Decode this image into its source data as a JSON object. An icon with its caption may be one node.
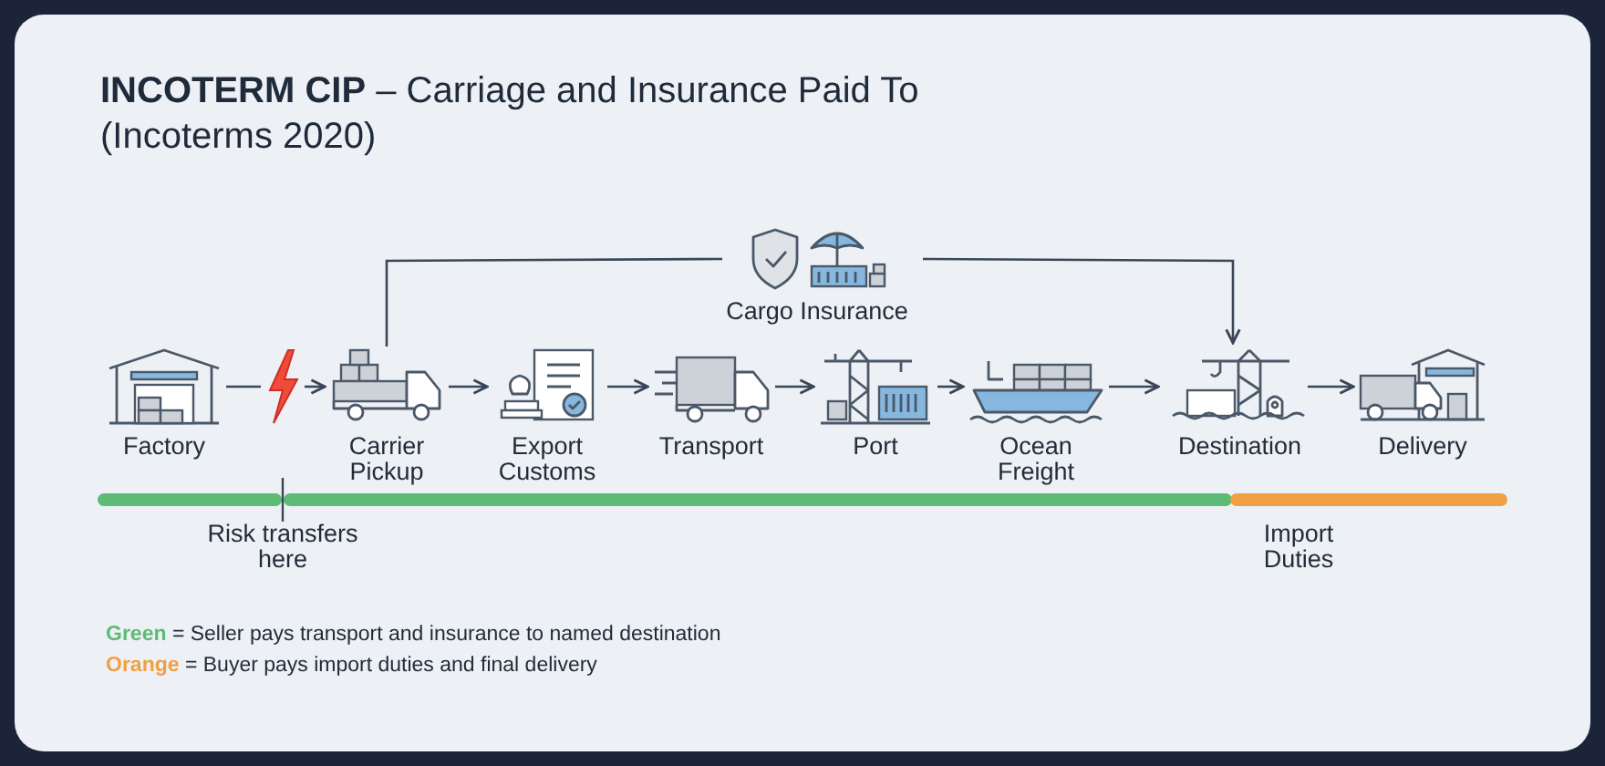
{
  "diagram": {
    "title": "**INCOTERM CIP** – Carriage and Insurance Paid To (Incoterms 2020)",
    "nodes": [
      {
        "text": [
          "Factory"
        ]
      },
      {
        "text": [],
        "shape": "bolt"
      },
      {
        "text": [
          "Carrier Pickup"
        ]
      },
      {
        "text": [
          "Export Customs"
        ]
      },
      {
        "text": [
          "Transport"
        ]
      },
      {
        "text": [
          "Port"
        ]
      },
      {
        "text": [
          "Ocean Freight"
        ]
      },
      {
        "text": [
          "Destination"
        ]
      },
      {
        "text": [
          "Delivery"
        ]
      },
      {
        "text": [
          "Cargo Insurance"
        ]
      }
    ],
    "edges": [
      {
        "from": 0,
        "to": 1,
        "arrow": "none"
      },
      {
        "from": 1,
        "to": 2,
        "arrow": "to"
      },
      {
        "from": 2,
        "to": 3,
        "arrow": "to"
      },
      {
        "from": 3,
        "to": 4,
        "arrow": "to"
      },
      {
        "from": 4,
        "to": 5,
        "arrow": "to"
      },
      {
        "from": 5,
        "to": 6,
        "arrow": "to"
      },
      {
        "from": 6,
        "to": 7,
        "arrow": "to"
      },
      {
        "from": 7,
        "to": 8,
        "arrow": "to"
      },
      {
        "from": 2,
        "to": 9,
        "arrow": "none"
      },
      {
        "from": 9,
        "to": 7,
        "arrow": "to"
      }
    ],
    "labels": [
      "Risk transfers here",
      "Import Duties"
    ],
    "legend": [
      {
        "text": "**Green** = Seller pays transport and insurance to named destination",
        "color": "#5dbb76"
      },
      {
        "text": "**Orange** = Buyer pays import duties and final delivery",
        "color": "#f0a040"
      }
    ]
  }
}
